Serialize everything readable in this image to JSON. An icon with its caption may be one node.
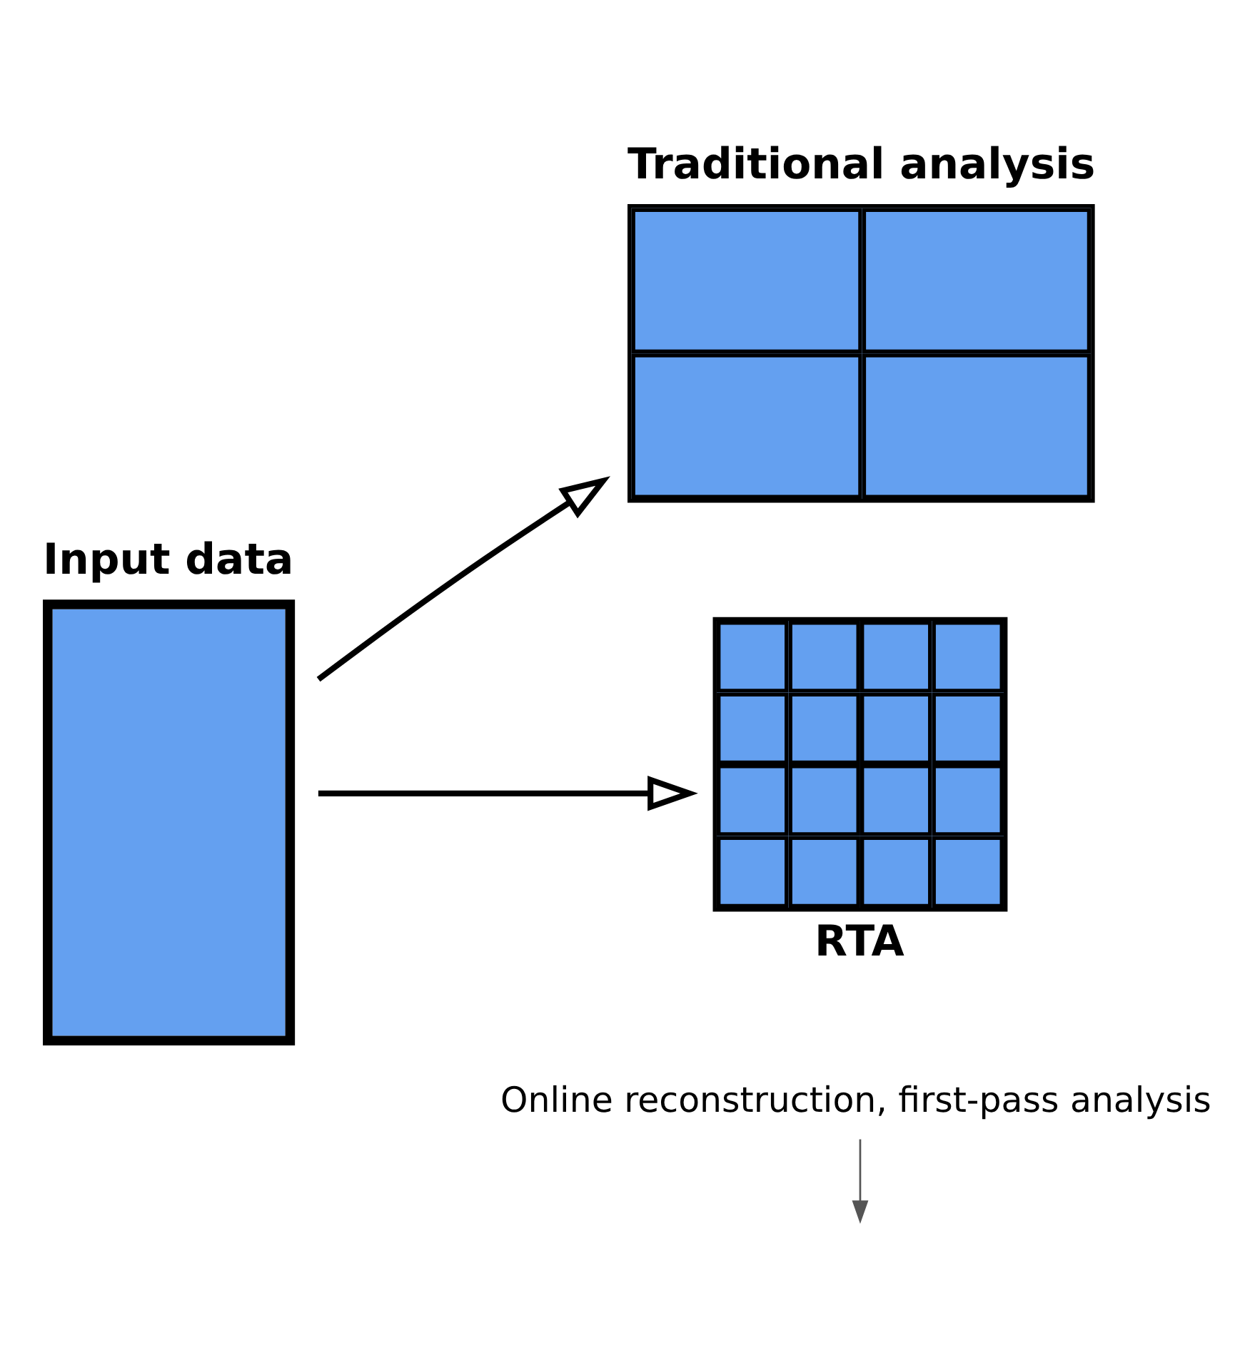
{
  "diagram": {
    "nodes": [
      {
        "text": [
          "Input data"
        ]
      },
      {
        "text": [
          "Traditional analysis"
        ]
      },
      {
        "text": [
          "RTA"
        ]
      },
      {
        "text": [
          "Online reconstruction, first-pass analysis"
        ]
      }
    ],
    "edges": [
      {
        "from": 0,
        "to": 1,
        "arrow": "to"
      },
      {
        "from": 0,
        "to": 2,
        "arrow": "to"
      },
      {
        "from": 3,
        "to": null,
        "arrow": "to"
      }
    ]
  }
}
